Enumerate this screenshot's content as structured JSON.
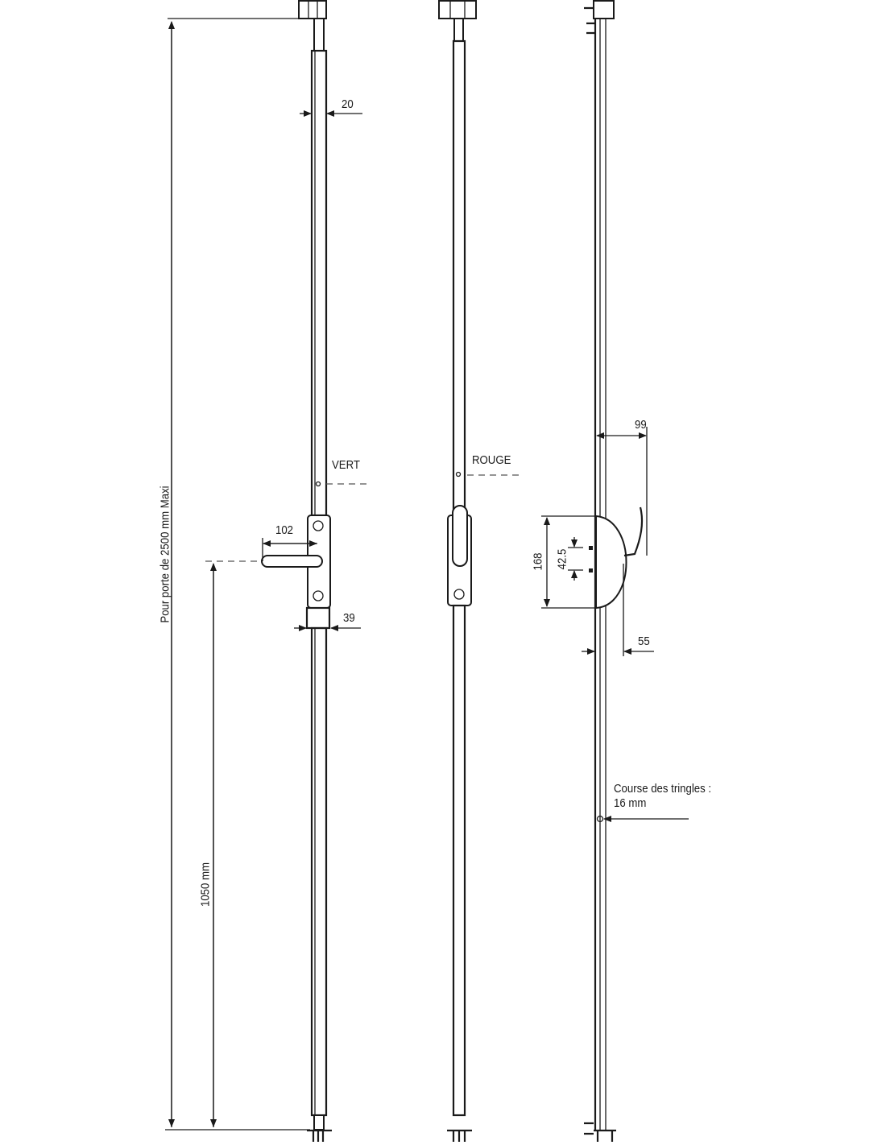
{
  "diagram": {
    "line_color": "#1a1a1a",
    "labels": {
      "total_height": "Pour porte de 2500 mm Maxi",
      "handle_height": "1050 mm",
      "rod_width": "20",
      "handle_length": "102",
      "case_width": "39",
      "green_marker": "VERT",
      "red_marker": "ROUGE",
      "handle_projection": "99",
      "plate_height": "168",
      "spindle_spacing": "42.5",
      "plate_projection": "55",
      "rod_travel_line1": "Course des tringles  :",
      "rod_travel_line2": "16 mm"
    }
  }
}
